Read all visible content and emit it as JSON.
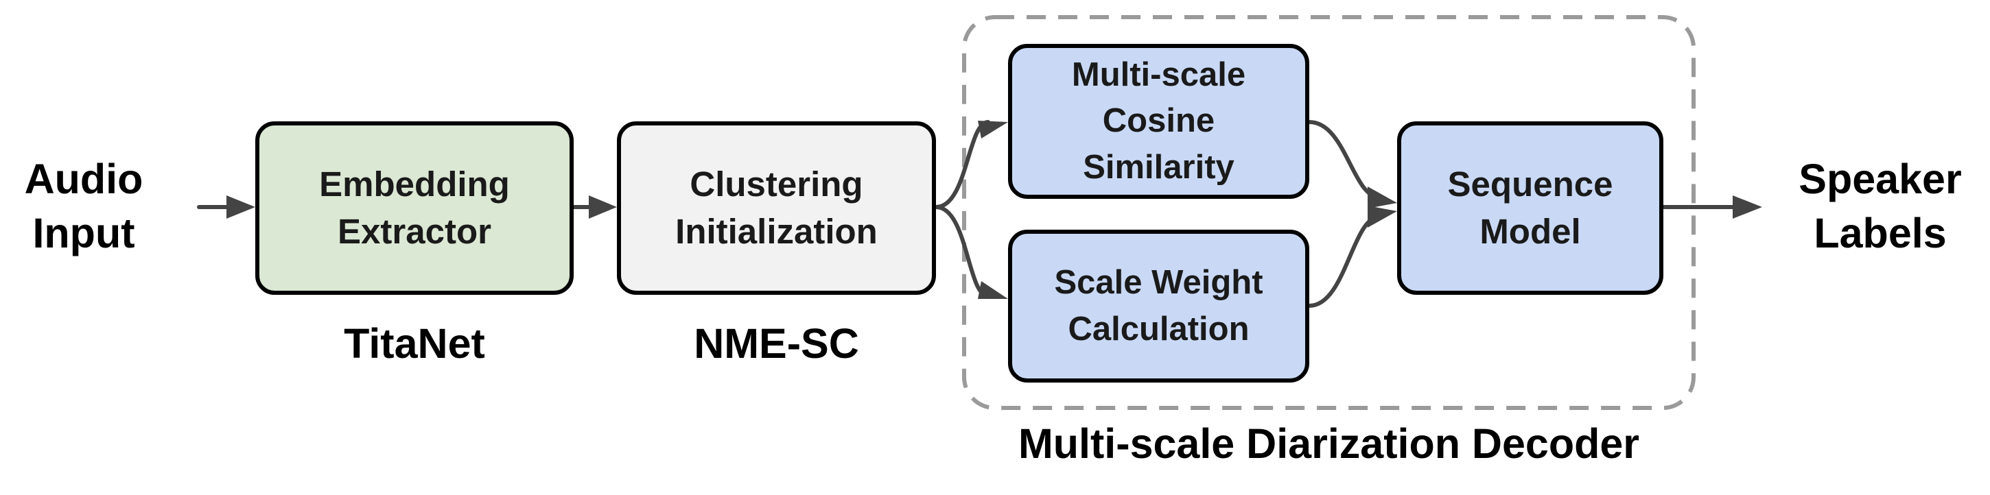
{
  "input_label": "Audio\nInput",
  "output_label": "Speaker\nLabels",
  "stages": {
    "embedding": {
      "label": "Embedding\nExtractor",
      "caption": "TitaNet"
    },
    "clustering": {
      "label": "Clustering\nInitialization",
      "caption": "NME-SC"
    }
  },
  "decoder": {
    "title": "Multi-scale Diarization Decoder",
    "cosine_label": "Multi-scale\nCosine\nSimilarity",
    "weight_label": "Scale Weight\nCalculation",
    "sequence_label": "Sequence\nModel"
  },
  "colors": {
    "embedding_fill": "#dbe8d4",
    "clustering_fill": "#f2f2f2",
    "decoder_fill": "#c9d9f5",
    "arrow": "#444444",
    "dashed_border": "#9a9a9a"
  }
}
